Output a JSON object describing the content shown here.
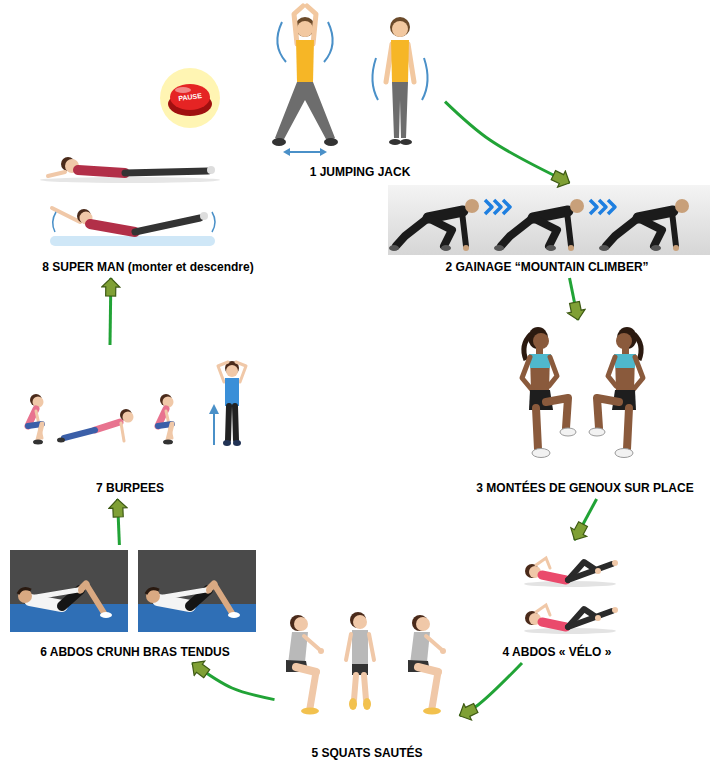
{
  "diagram": {
    "nodes": [
      {
        "text": [
          "1 JUMPING JACK"
        ]
      },
      {
        "text": [
          "2 GAINAGE “MOUNTAIN CLIMBER”"
        ]
      },
      {
        "text": [
          "3 MONTÉES DE GENOUX SUR PLACE"
        ]
      },
      {
        "text": [
          "4 ABDOS « VÉLO »"
        ]
      },
      {
        "text": [
          "5 SQUATS SAUTÉS"
        ]
      },
      {
        "text": [
          "6 ABDOS CRUNH BRAS TENDUS"
        ]
      },
      {
        "text": [
          "7 BURPEES"
        ]
      },
      {
        "text": [
          "8 SUPER MAN (monter et descendre)"
        ]
      }
    ],
    "edges": [
      {
        "from": 0,
        "to": 1,
        "arrow": "to"
      },
      {
        "from": 1,
        "to": 2,
        "arrow": "to"
      },
      {
        "from": 2,
        "to": 3,
        "arrow": "to"
      },
      {
        "from": 3,
        "to": 4,
        "arrow": "to"
      },
      {
        "from": 4,
        "to": 5,
        "arrow": "to"
      },
      {
        "from": 5,
        "to": 6,
        "arrow": "to"
      },
      {
        "from": 6,
        "to": 7,
        "arrow": "to"
      }
    ],
    "labels": [
      "PAUSE"
    ]
  }
}
